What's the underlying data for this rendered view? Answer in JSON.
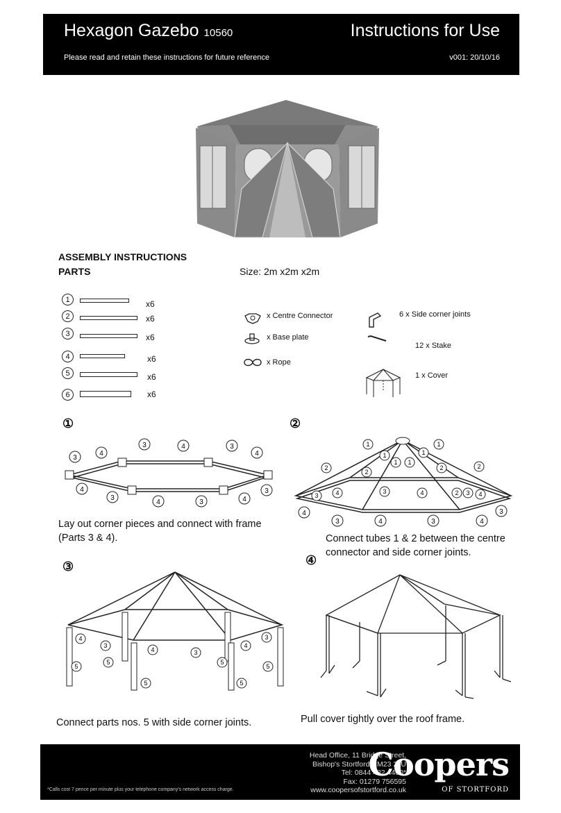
{
  "header": {
    "product": "Hexagon Gazebo",
    "code": "10560",
    "doc_title": "Instructions for Use",
    "subtitle": "Please read and retain these instructions for future reference",
    "version": "v001: 20/10/16"
  },
  "assembly": {
    "heading": "ASSEMBLY INSTRUCTIONS",
    "parts_heading": "PARTS",
    "size": "Size: 2m x2m x2m"
  },
  "parts": [
    {
      "num": "1",
      "qty": "x6"
    },
    {
      "num": "2",
      "qty": "x6"
    },
    {
      "num": "3",
      "qty": "x6"
    },
    {
      "num": "4",
      "qty": "x6"
    },
    {
      "num": "5",
      "qty": "x6"
    },
    {
      "num": "6",
      "qty": "x6"
    }
  ],
  "accessories": {
    "centre_connector": "x Centre Connector",
    "base_plate": "x Base plate",
    "rope": "x Rope",
    "side_corner": "6 x Side corner joints",
    "stake": "12 x Stake",
    "cover": "1 x Cover"
  },
  "steps": [
    {
      "num": "①",
      "text": "Lay out corner pieces and connect with frame (Parts 3 & 4)."
    },
    {
      "num": "②",
      "text": "Connect tubes 1 & 2 between the centre connector and side corner joints."
    },
    {
      "num": "③",
      "text": "Connect parts nos. 5 with side corner joints."
    },
    {
      "num": "④",
      "text": "Pull cover tightly over the roof frame."
    }
  ],
  "footer": {
    "address": [
      "Head Office, 11 Bridge Street,",
      "Bishop's Stortford CM23 2JU",
      "Tel: 0844 482 4400*",
      "Fax: 01279 756595",
      "www.coopersofstortford.co.uk"
    ],
    "logo": "Coopers",
    "logo_sub": "OF STORTFORD",
    "note": "*Calls cost 7 pence per minute plus your telephone company's network access charge."
  }
}
